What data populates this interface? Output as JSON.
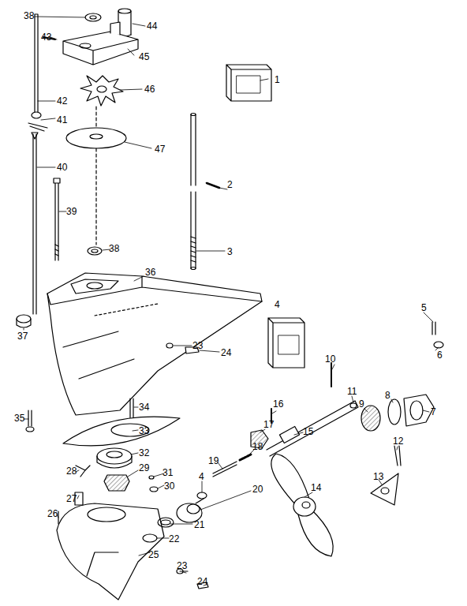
{
  "diagram": {
    "labels": [
      "38",
      "44",
      "43",
      "45",
      "1",
      "42",
      "46",
      "41",
      "47",
      "2",
      "40",
      "39",
      "38",
      "3",
      "36",
      "4",
      "5",
      "37",
      "23",
      "24",
      "35",
      "34",
      "10",
      "11",
      "9",
      "8",
      "6",
      "7",
      "33",
      "16",
      "15",
      "32",
      "17",
      "28",
      "29",
      "31",
      "18",
      "19",
      "30",
      "4",
      "12",
      "13",
      "27",
      "21",
      "20",
      "14",
      "22",
      "26",
      "25",
      "23",
      "24"
    ]
  }
}
